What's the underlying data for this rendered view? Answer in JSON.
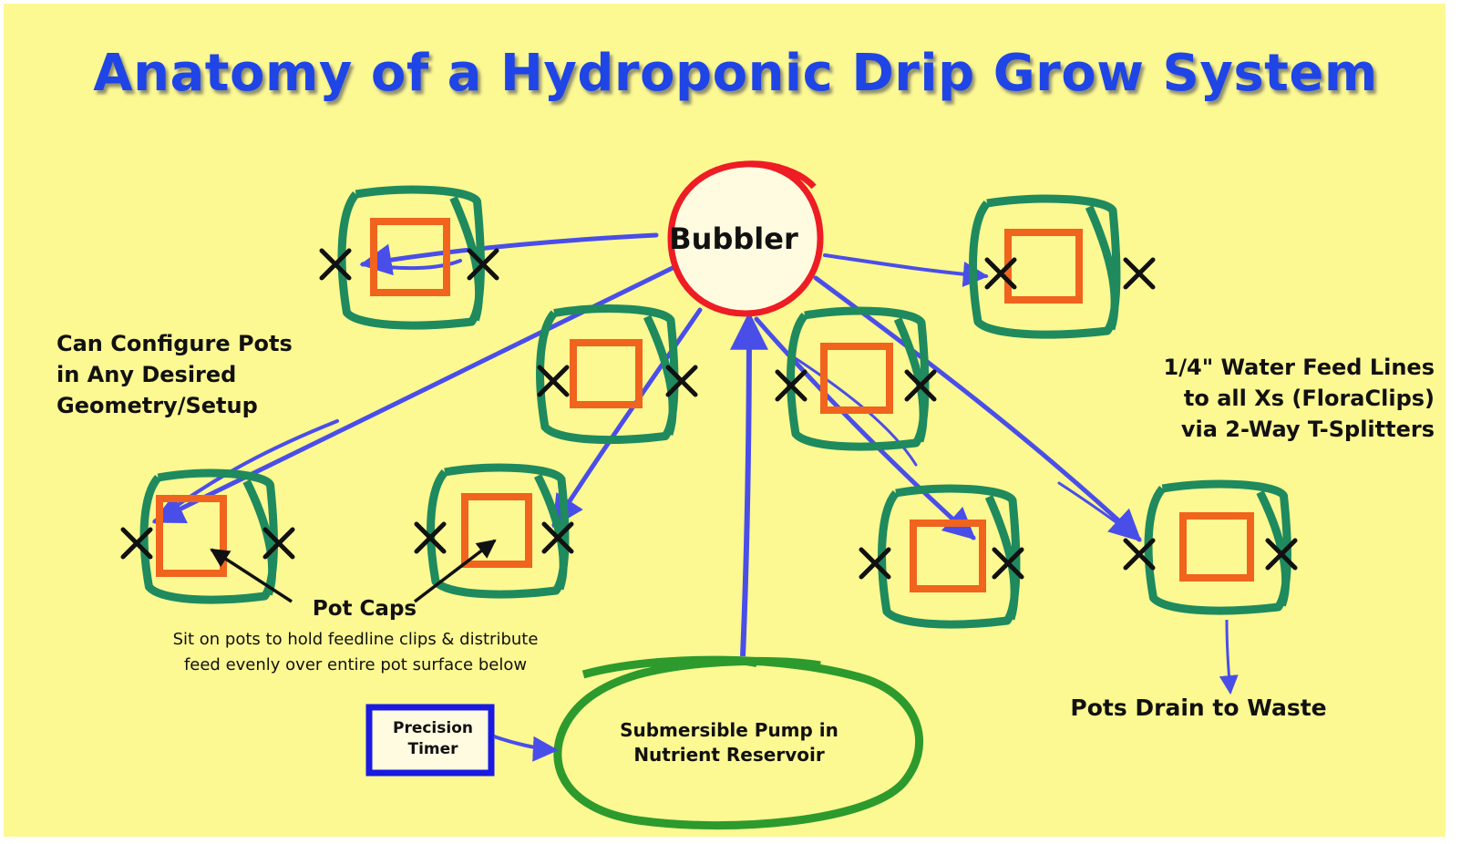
{
  "title": "Anatomy of a Hydroponic Drip Grow System",
  "hub": {
    "label": "Bubbler"
  },
  "notes": {
    "configure": "Can Configure Pots\nin Any Desired\nGeometry/Setup",
    "feed_lines": "1/4\" Water Feed Lines\nto all Xs (FloraClips)\nvia 2-Way T-Splitters"
  },
  "pot_caps": {
    "title": "Pot Caps",
    "description": "Sit on pots to hold feedline clips & distribute\nfeed evenly over entire pot surface below"
  },
  "reservoir": {
    "label": "Submersible Pump in\nNutrient Reservoir"
  },
  "timer": {
    "label": "Precision\nTimer"
  },
  "drain": {
    "label": "Pots Drain to Waste"
  },
  "pots": [
    {
      "id": "pot-top-left"
    },
    {
      "id": "pot-top-right"
    },
    {
      "id": "pot-mid-center-left"
    },
    {
      "id": "pot-mid-center-right"
    },
    {
      "id": "pot-bottom-far-left"
    },
    {
      "id": "pot-bottom-left"
    },
    {
      "id": "pot-bottom-right"
    },
    {
      "id": "pot-bottom-far-right"
    }
  ],
  "colors": {
    "background": "#fcf892",
    "title": "#1f45e6",
    "pot_outer": "#1e8a5e",
    "pot_cap": "#f0641e",
    "feed_line": "#4a4ee8",
    "bubbler_ring": "#ee1c24",
    "reservoir_ring": "#2d9a2d",
    "timer_border": "#1a1ae0",
    "clip_mark": "#111111"
  }
}
